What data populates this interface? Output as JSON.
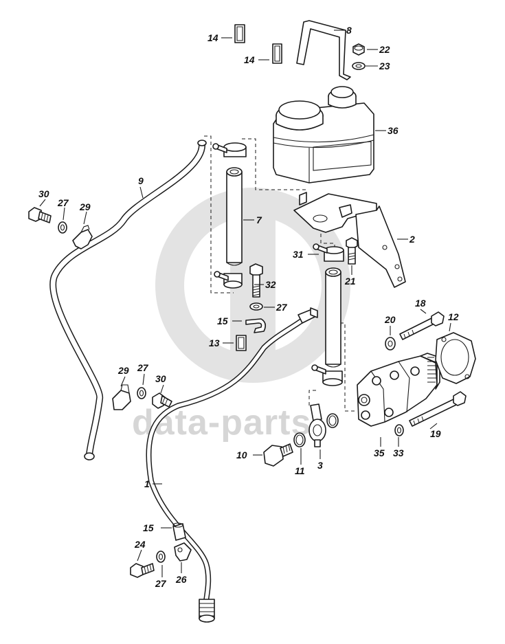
{
  "watermark": {
    "text": "data-parts",
    "color": "#d6d6d6"
  },
  "labels": {
    "p1": "1",
    "p2": "2",
    "p3": "3",
    "p7": "7",
    "p8": "8",
    "p9": "9",
    "p10": "10",
    "p11": "11",
    "p12": "12",
    "p13": "13",
    "p14a": "14",
    "p14b": "14",
    "p15a": "15",
    "p15b": "15",
    "p18": "18",
    "p19": "19",
    "p20": "20",
    "p21": "21",
    "p22": "22",
    "p23": "23",
    "p24": "24",
    "p26": "26",
    "p27a": "27",
    "p27b": "27",
    "p27c": "27",
    "p27d": "27",
    "p29a": "29",
    "p29b": "29",
    "p30a": "30",
    "p30b": "30",
    "p31": "31",
    "p32": "32",
    "p33": "33",
    "p35": "35",
    "p36": "36"
  }
}
